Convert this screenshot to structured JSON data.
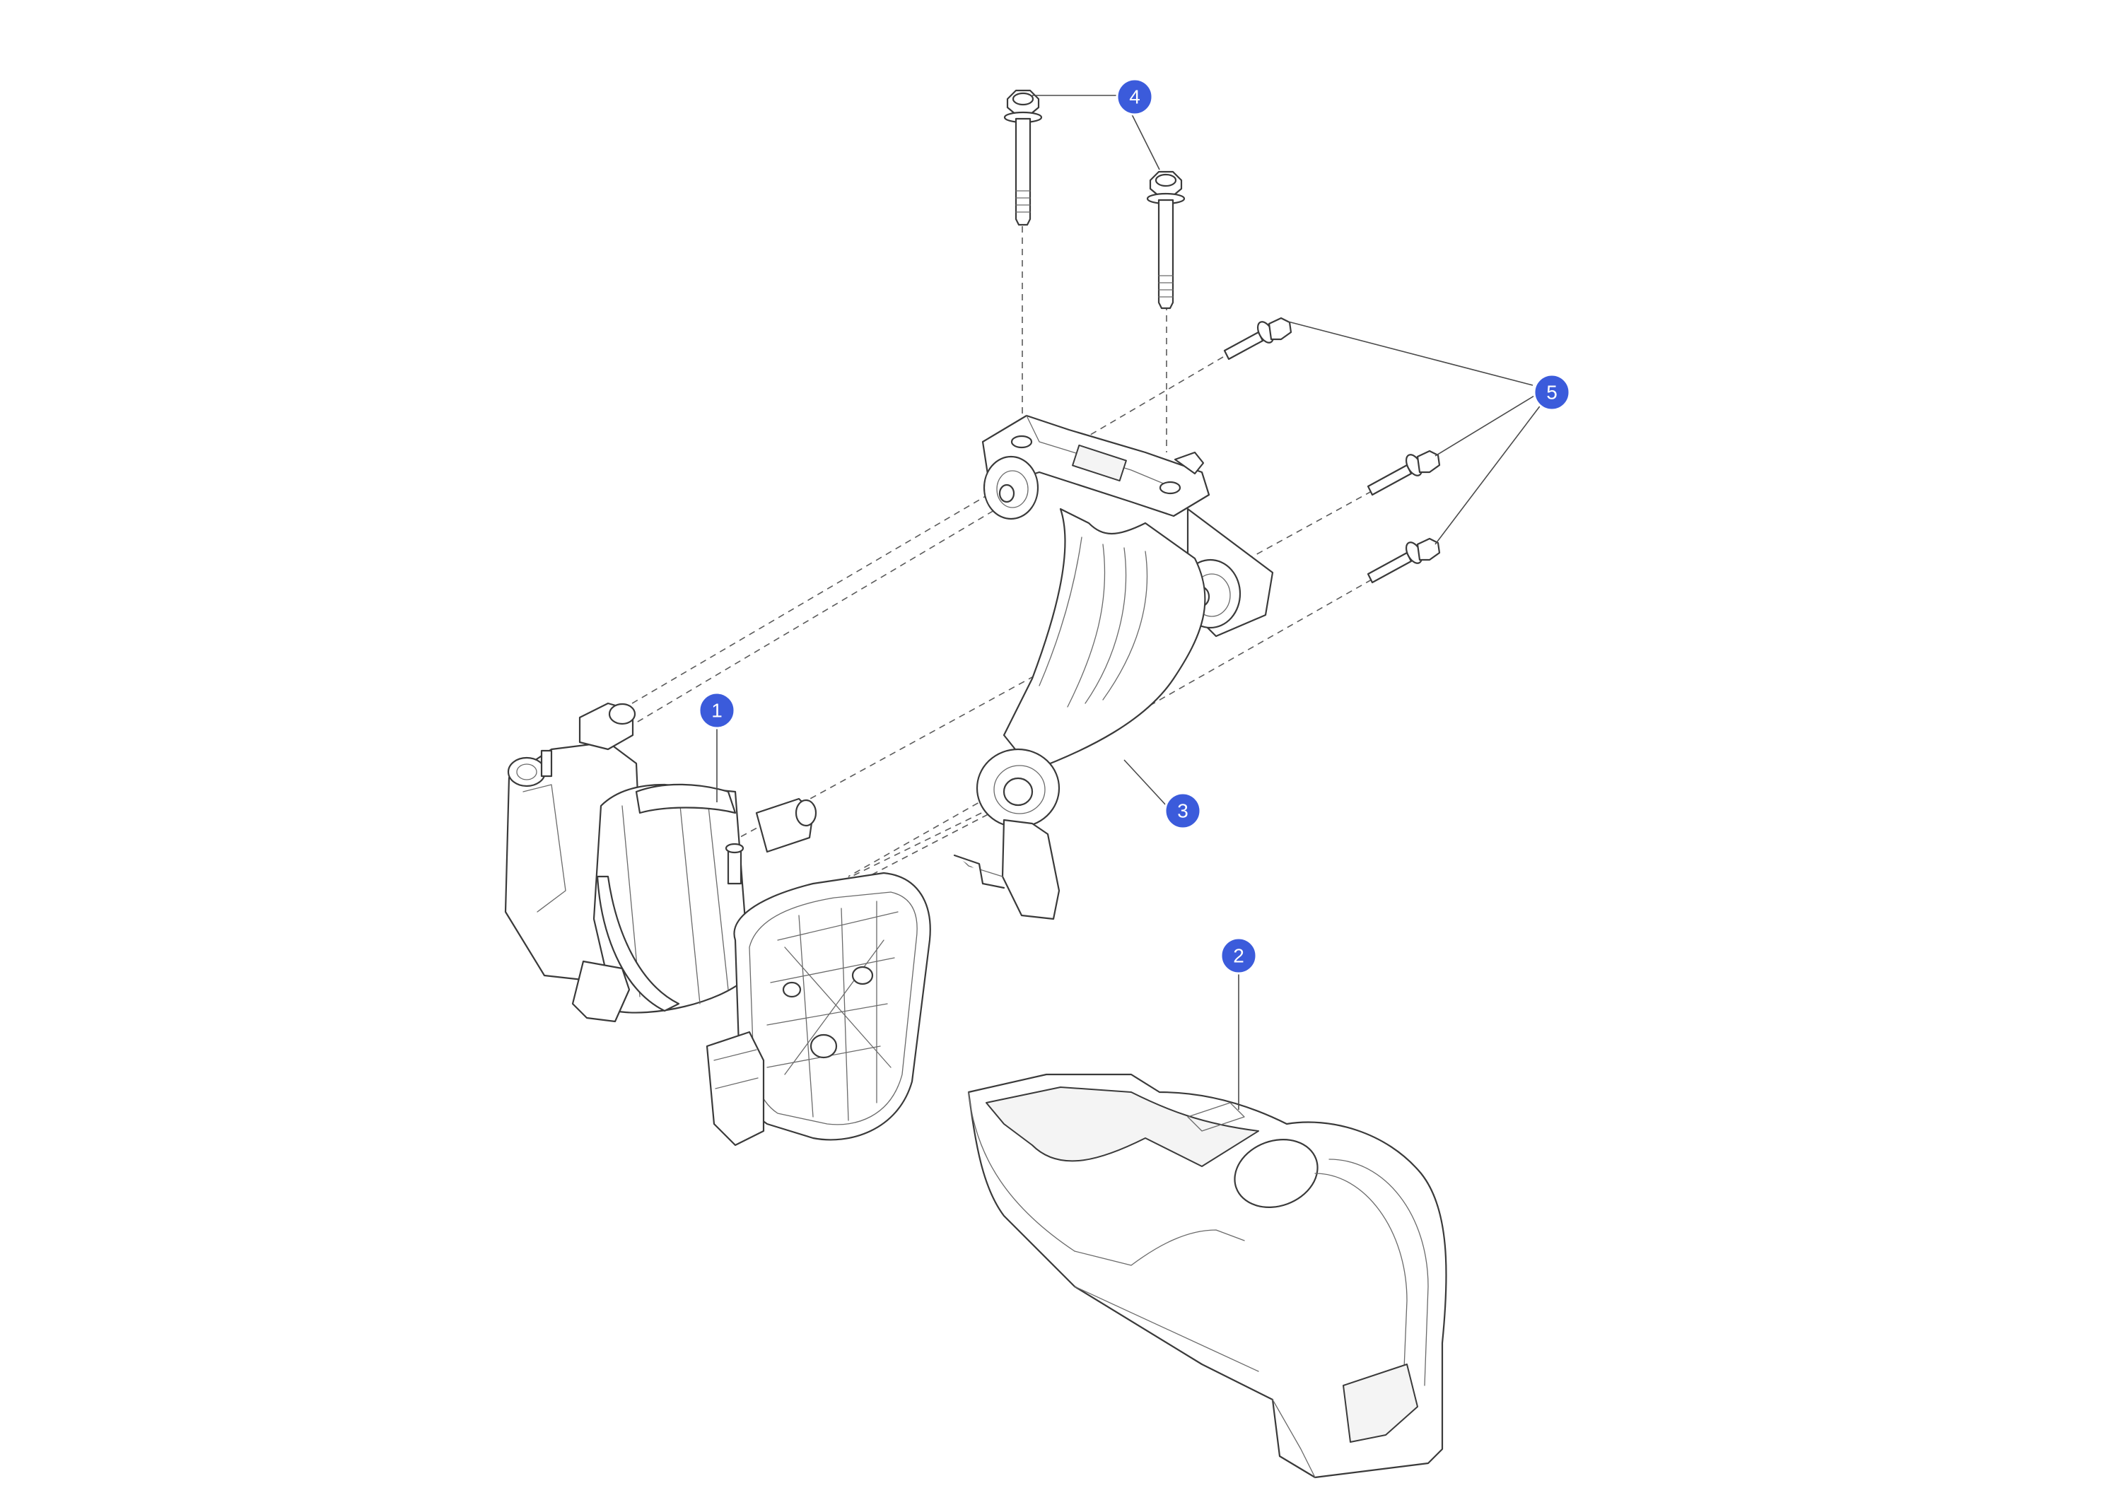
{
  "colors": {
    "callout_fill": "#3b5bdb",
    "callout_text": "#ffffff",
    "line": "#3a3a3a",
    "background": "#ffffff"
  },
  "callouts": [
    {
      "id": "compressor",
      "label": "1"
    },
    {
      "id": "cover",
      "label": "2"
    },
    {
      "id": "bracket",
      "label": "3"
    },
    {
      "id": "vertical-bolts",
      "label": "4"
    },
    {
      "id": "horizontal-bolts",
      "label": "5"
    }
  ]
}
